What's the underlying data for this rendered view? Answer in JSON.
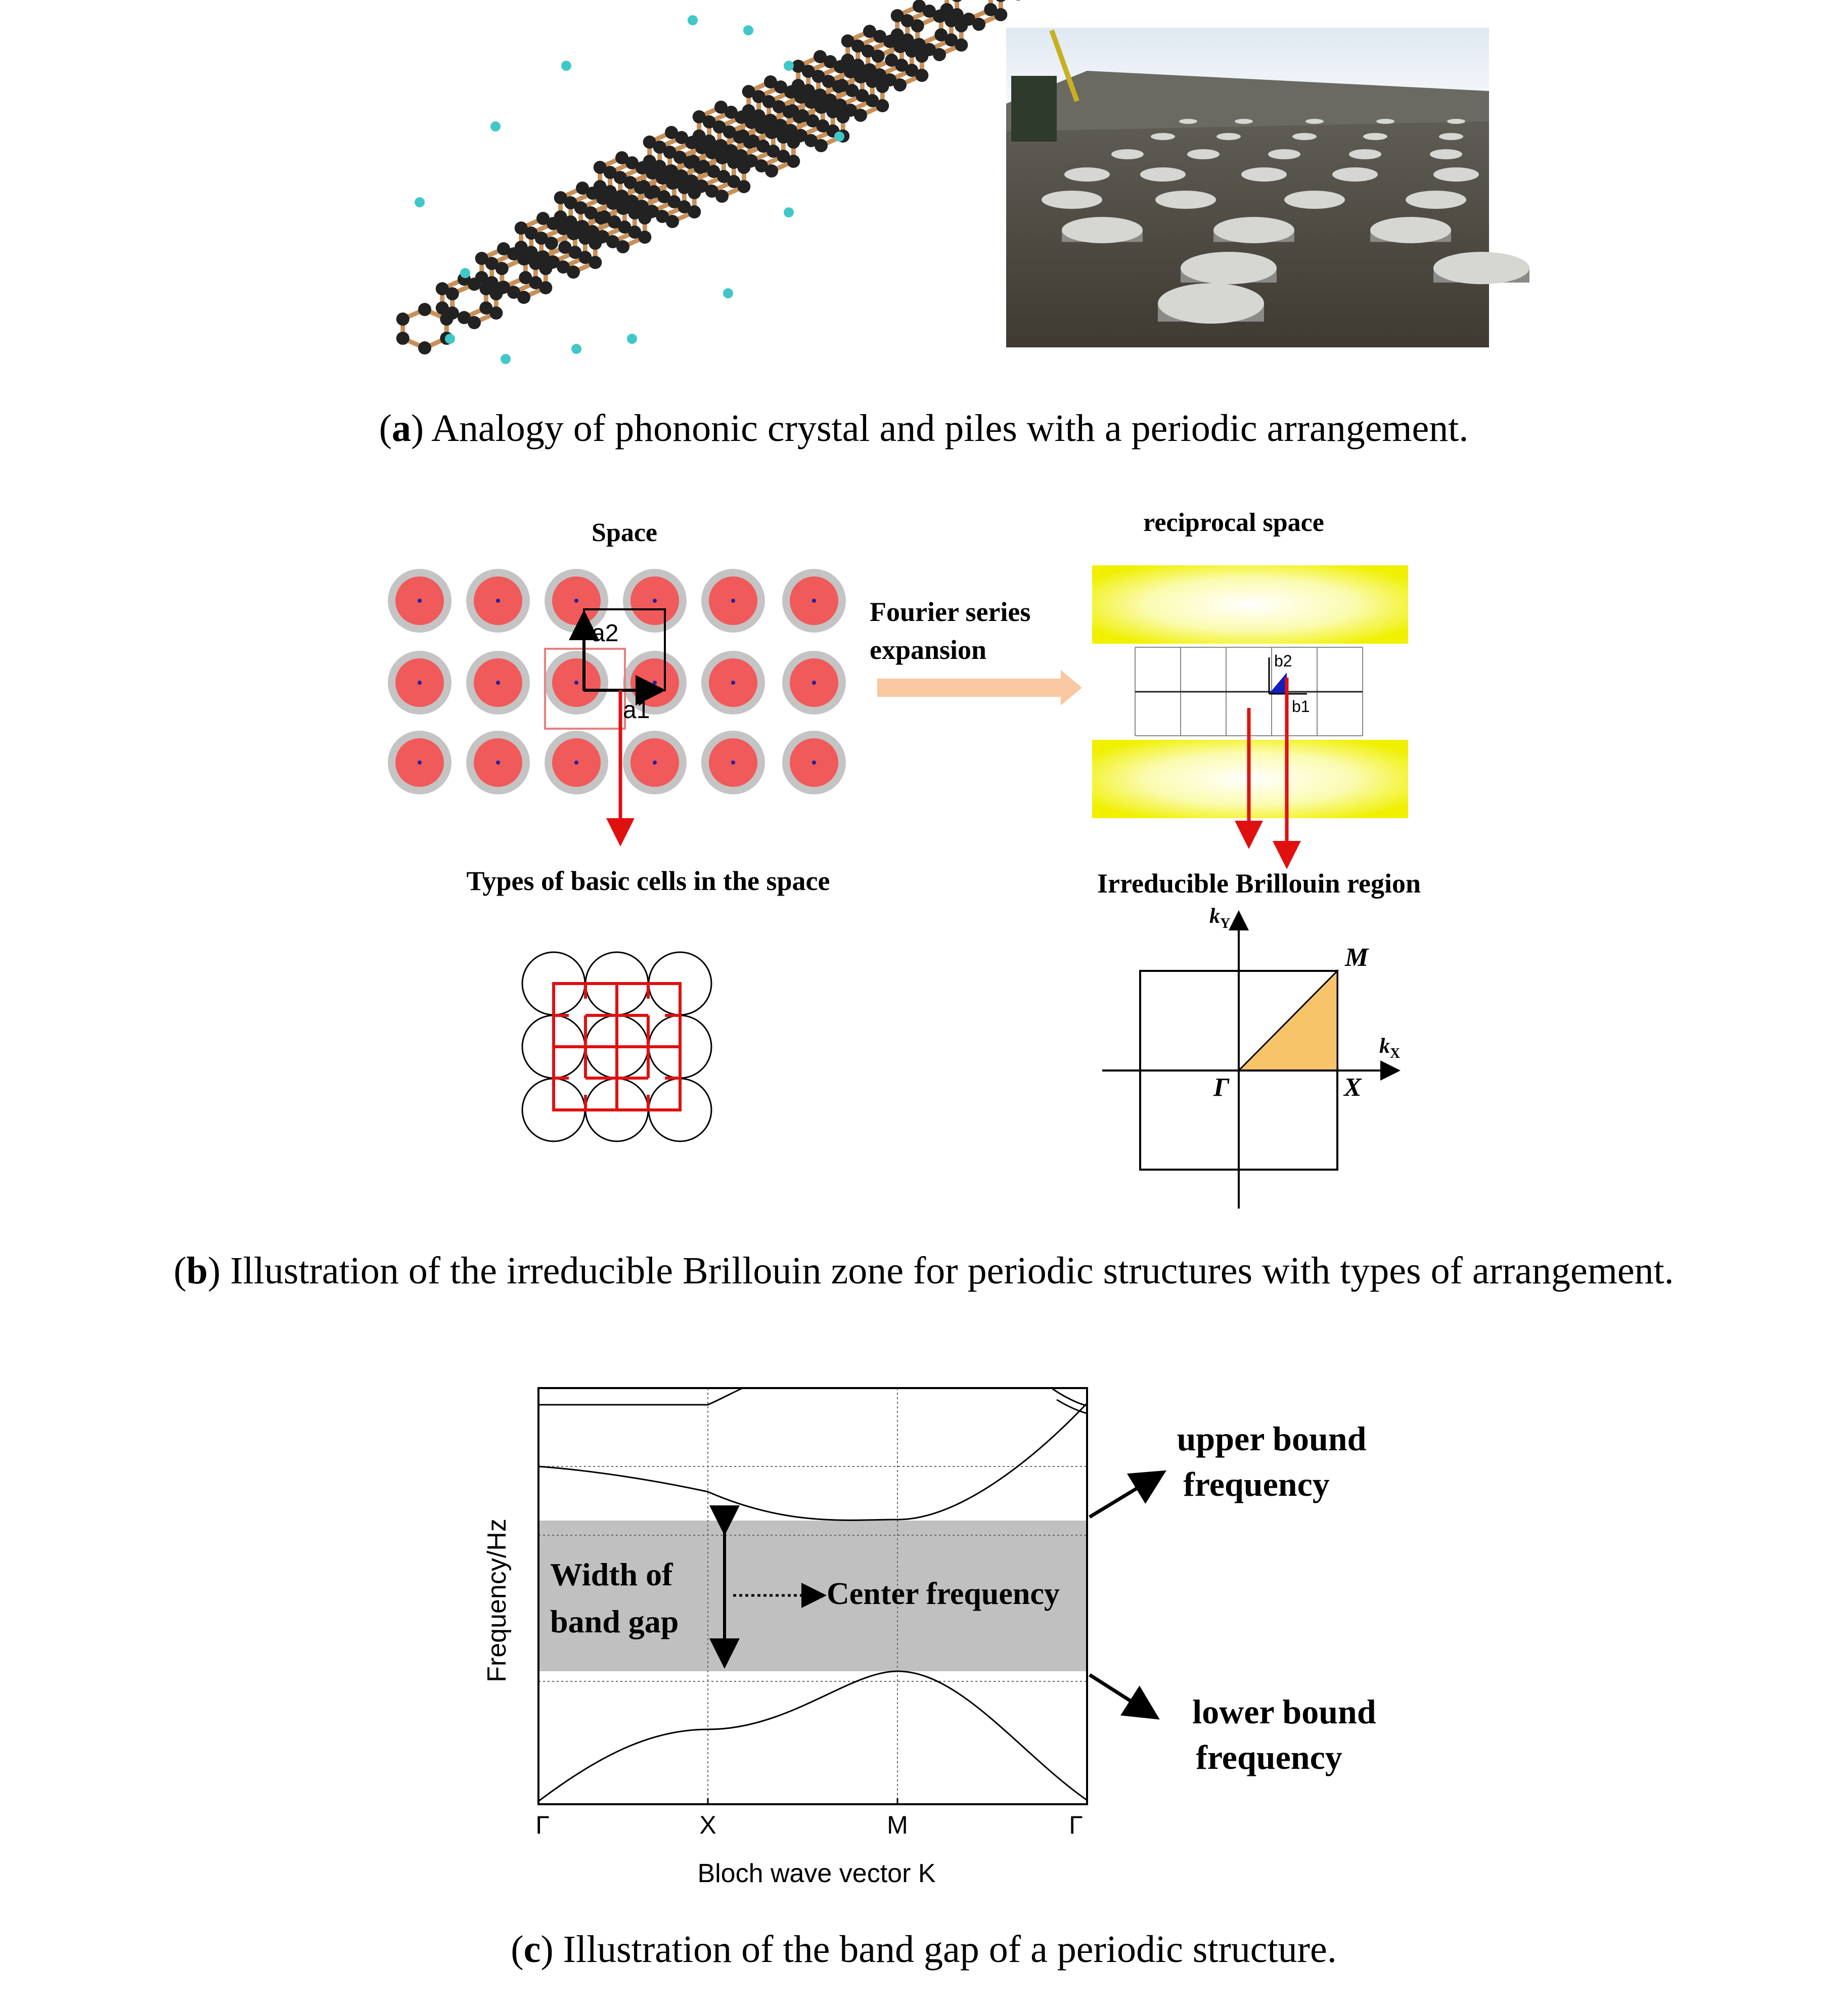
{
  "panel_a": {
    "caption_letter": "a",
    "caption_text": " Analogy of phononic crystal and piles with a periodic arrangement."
  },
  "panel_b": {
    "caption_letter": "b",
    "caption_text": " Illustration of the irreducible Brillouin zone for periodic structures with types of arrangement.",
    "space_title": "Space",
    "reciprocal_title": "reciprocal space",
    "fourier_line1": "Fourier series",
    "fourier_line2": "expansion",
    "types_label": "Types of basic cells in the space",
    "ibz_label": "Irreducible Brillouin region",
    "a1": "a1",
    "a2": "a2",
    "b1": "b1",
    "b2": "b2",
    "ky": "k",
    "ky_sub": "Y",
    "kx": "k",
    "kx_sub": "X",
    "M": "M",
    "Gamma": "Γ",
    "X": "X",
    "colors": {
      "pile_fill": "#f05a5a",
      "pile_ring": "#c4c4c4",
      "arrow_red": "#e01010",
      "fourier_arrow": "#f9c8a0",
      "ibz_fill": "#f8c46a",
      "yellow": "#f0f000"
    }
  },
  "panel_c": {
    "caption_letter": "c",
    "caption_text": " Illustration of the band gap of a periodic structure.",
    "upper_line1": "upper bound",
    "upper_line2": "frequency",
    "lower_line1": "lower bound",
    "lower_line2": "frequency",
    "width_line1": "Width of",
    "width_line2": "band gap",
    "center_label": "Center frequency",
    "colors": {
      "gap": "#c0c0c0"
    }
  },
  "chart_data": {
    "type": "line",
    "xlabel": "Bloch wave vector K",
    "ylabel": "Frequency/Hz",
    "categories": [
      "Γ",
      "X",
      "M",
      "Γ"
    ],
    "grid": true
  }
}
